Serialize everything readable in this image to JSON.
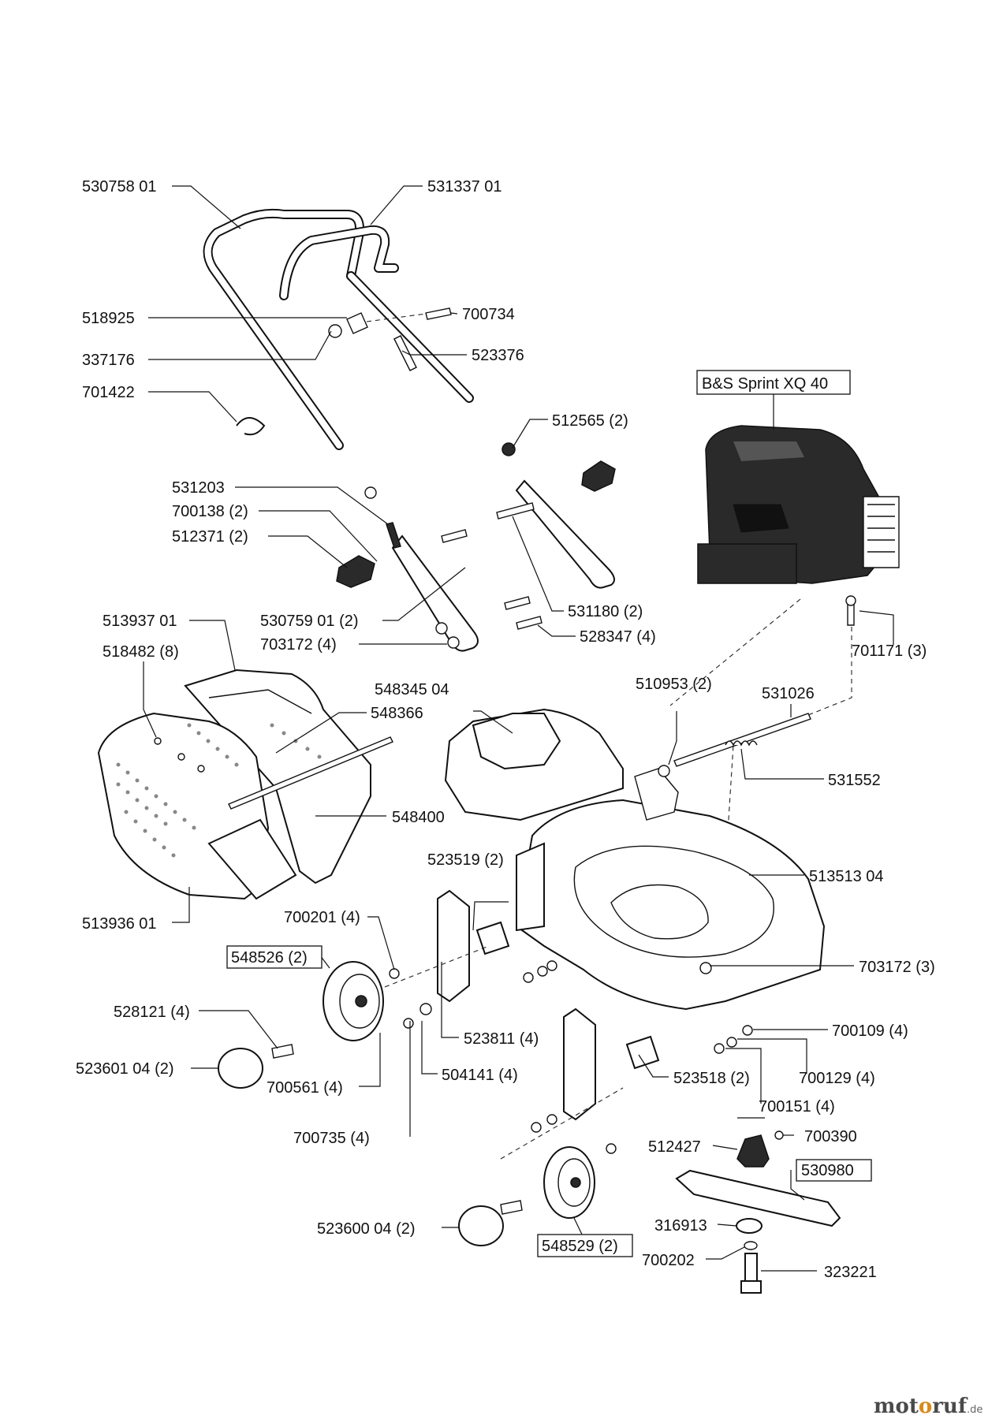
{
  "watermark": {
    "part1": "mot",
    "part2": "o",
    "part3": "ruf",
    "suffix": ".de"
  },
  "engine_label": "B&S Sprint XQ 40",
  "labels": {
    "l530758": "530758 01",
    "l531337": "531337 01",
    "l518925": "518925",
    "l700734": "700734",
    "l337176": "337176",
    "l523376": "523376",
    "l701422": "701422",
    "l512565": "512565 (2)",
    "l531203": "531203",
    "l700138": "700138 (2)",
    "l512371": "512371 (2)",
    "l531180": "531180 (2)",
    "l530759": "530759 01 (2)",
    "l528347": "528347 (4)",
    "l703172a": "703172 (4)",
    "l701171": "701171 (3)",
    "l513937": "513937 01",
    "l518482": "518482 (8)",
    "l548345": "548345 04",
    "l548366": "548366",
    "l510953": "510953 (2)",
    "l531026": "531026",
    "l531552": "531552",
    "l548400": "548400",
    "l523519": "523519 (2)",
    "l513513": "513513 04",
    "l513936": "513936 01",
    "l700201": "700201 (4)",
    "l548526": "548526 (2)",
    "l703172b": "703172 (3)",
    "l528121": "528121 (4)",
    "l523811": "523811 (4)",
    "l700109": "700109 (4)",
    "l523601": "523601 04 (2)",
    "l504141": "504141 (4)",
    "l523518": "523518 (2)",
    "l700129": "700129 (4)",
    "l700561": "700561 (4)",
    "l700151": "700151 (4)",
    "l700735": "700735 (4)",
    "l700390": "700390",
    "l512427": "512427",
    "l530980": "530980",
    "l316913": "316913",
    "l523600": "523600 04 (2)",
    "l548529": "548529 (2)",
    "l700202": "700202",
    "l323221": "323221"
  }
}
